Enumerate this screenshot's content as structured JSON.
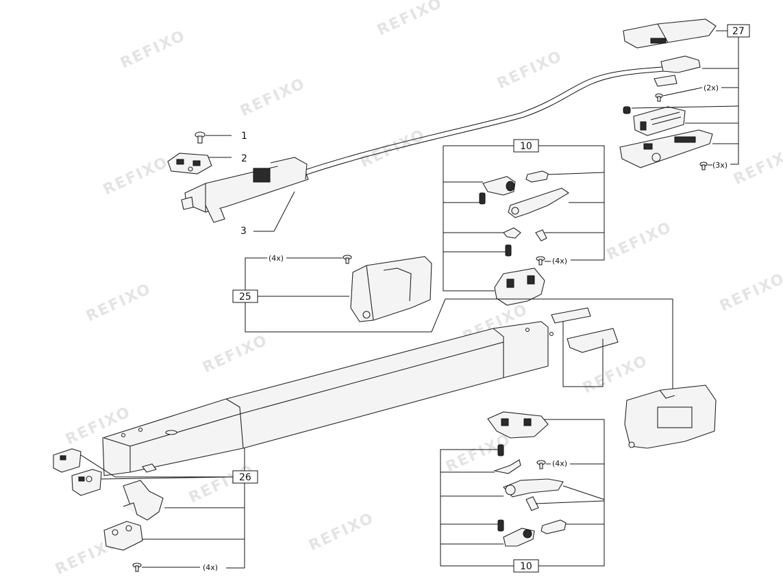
{
  "watermark": "REFIXO",
  "labels": {
    "item_1": "1",
    "item_2": "2",
    "item_3": "3",
    "item_10_top": "10",
    "item_10_bottom": "10",
    "item_25": "25",
    "item_26": "26",
    "item_27": "27"
  },
  "quantities": {
    "q27_2x": "(2x)",
    "q27_3x": "(3x)",
    "q10_top_4x": "(4x)",
    "q25_4x": "(4x)",
    "q10_bottom_4x": "(4x)",
    "q26_4x": "(4x)"
  }
}
